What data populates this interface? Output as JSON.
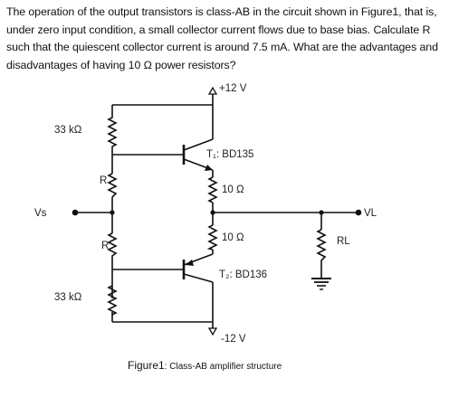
{
  "question": {
    "text": "The operation of the output transistors is class-AB in the circuit shown in Figure1, that is, under zero input condition, a small collector current flows due to base bias. Calculate R such that the quiescent collector current is around 7.5 mA. What are the advantages and disadvantages of having 10 Ω power resistors?"
  },
  "circuit": {
    "vcc_label": "+12 V",
    "vee_label": "-12 V",
    "r_top_label": "33 kΩ",
    "r_bottom_label": "33 kΩ",
    "r1_label": "R",
    "r2_label": "R",
    "vs_label": "Vs",
    "t1_label": "T₁: BD135",
    "t2_label": "T₂: BD136",
    "re1_label": "10 Ω",
    "re2_label": "10 Ω",
    "rl_label": "RL",
    "vl_label": "VL"
  },
  "caption": {
    "prefix": "Figure1",
    "text": ": Class-AB amplifier structure"
  }
}
